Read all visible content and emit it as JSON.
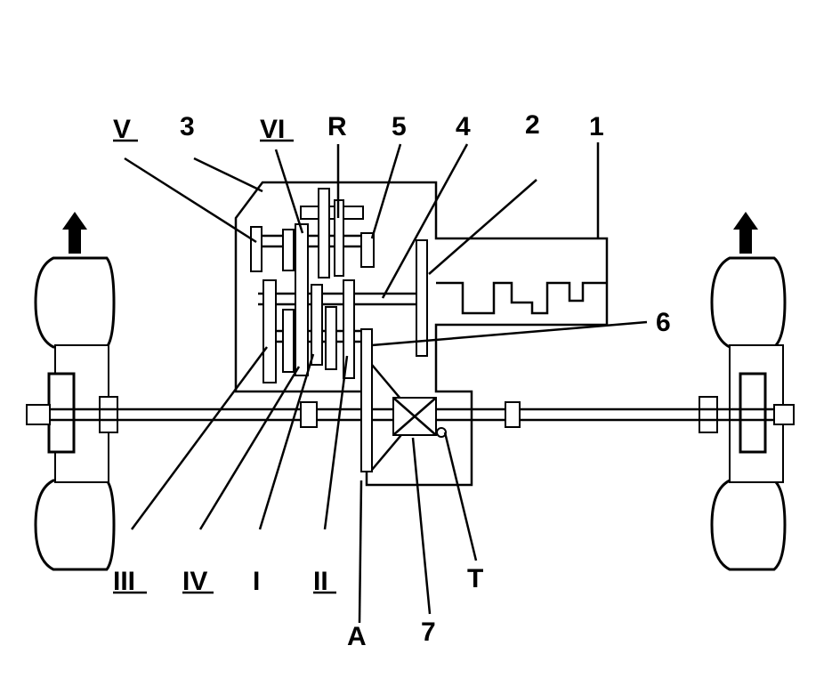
{
  "labels": {
    "V": "V",
    "three": "3",
    "VI": "VI",
    "R": "R",
    "five": "5",
    "four": "4",
    "two": "2",
    "one": "1",
    "six": "6",
    "III": "III",
    "IV": "IV",
    "I": "I",
    "II": "II",
    "T": "T",
    "A": "A",
    "seven": "7"
  },
  "icons": [
    "arrow-up-icon"
  ],
  "colors": {
    "line": "#000000",
    "background": "#ffffff"
  }
}
